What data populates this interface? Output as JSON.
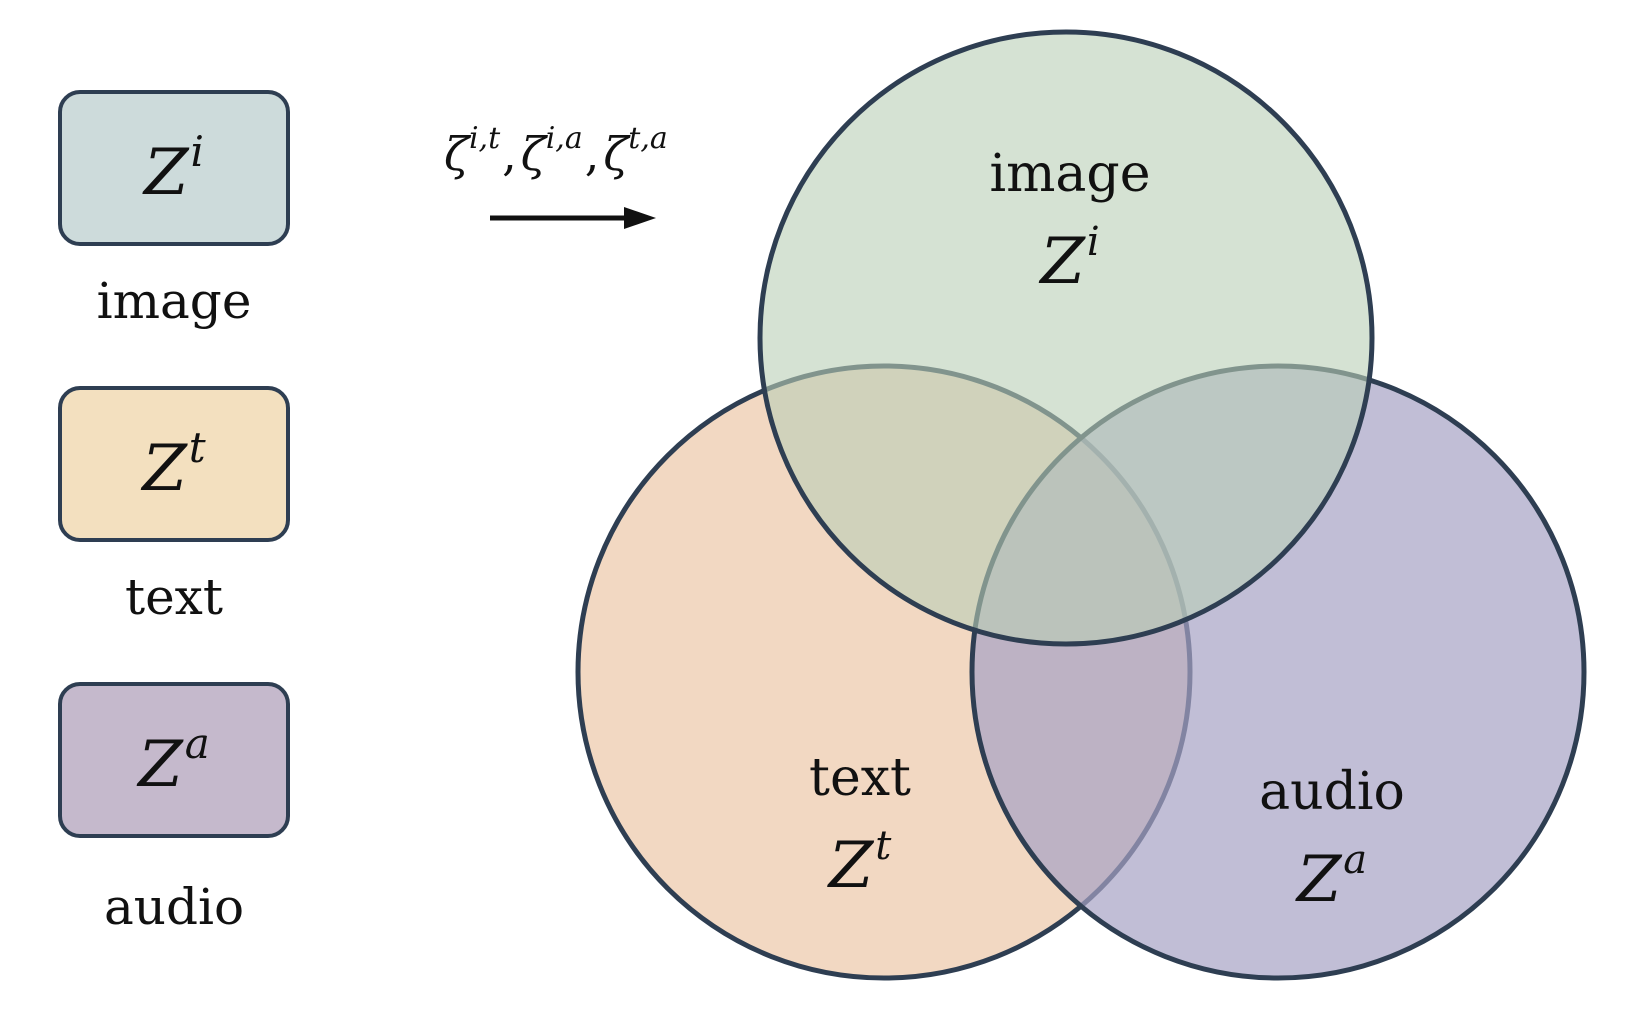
{
  "modalities": [
    {
      "id": "image",
      "symbol": "Z",
      "superscript": "i",
      "label": "image",
      "color": "#cddbdb"
    },
    {
      "id": "text",
      "symbol": "Z",
      "superscript": "t",
      "label": "text",
      "color": "#f3e0bf"
    },
    {
      "id": "audio",
      "symbol": "Z",
      "superscript": "a",
      "label": "audio",
      "color": "#c5b9cc"
    }
  ],
  "shared_terms": {
    "symbol": "ζ",
    "superscripts": [
      "i,t",
      "i,a",
      "t,a"
    ],
    "separator": ","
  },
  "venn": {
    "circles": [
      {
        "id": "image",
        "label": "image",
        "symbol": "Z",
        "superscript": "i",
        "fill": "#b9cfb6"
      },
      {
        "id": "text",
        "label": "text",
        "symbol": "Z",
        "superscript": "t",
        "fill": "#ecc8a8"
      },
      {
        "id": "audio",
        "label": "audio",
        "symbol": "Z",
        "superscript": "a",
        "fill": "#a6a3c4"
      }
    ],
    "stroke_color": "#2e3e52"
  }
}
